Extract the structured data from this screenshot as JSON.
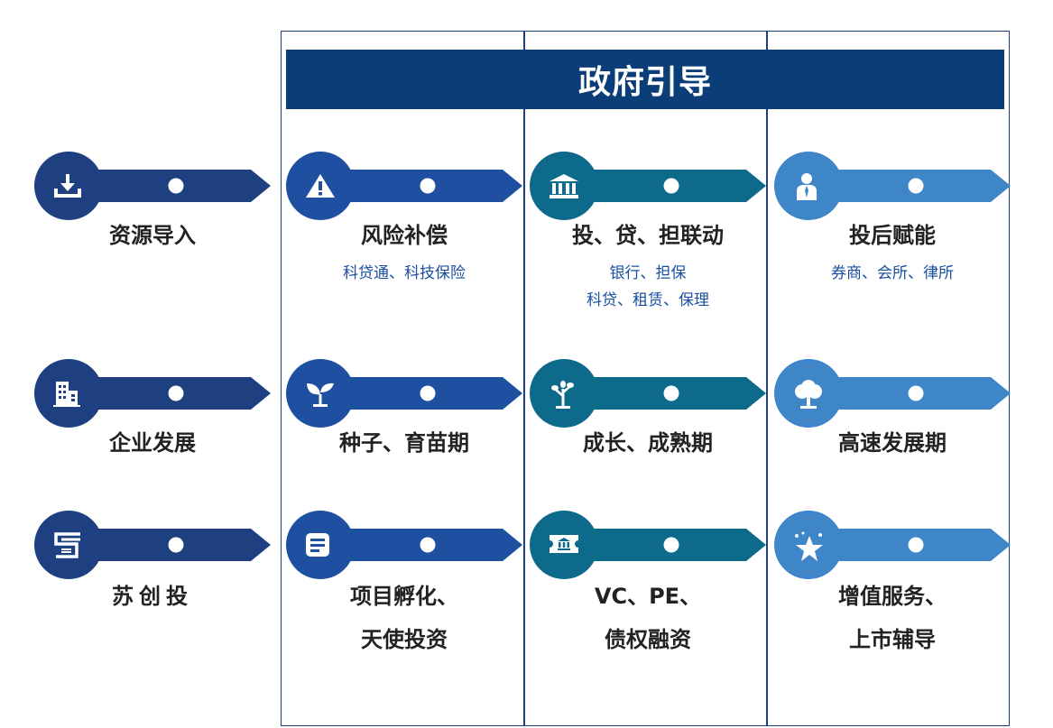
{
  "colors": {
    "col0": "#1e3f80",
    "col1": "#1f4fa0",
    "col2": "#0d6a8a",
    "col3": "#3e86c8",
    "banner": "#0b3d78",
    "sub_text": "#1a4fa0"
  },
  "banner": {
    "title": "政府引导"
  },
  "rows": [
    {
      "cells": [
        {
          "icon": "download-icon",
          "label": "资源导入"
        },
        {
          "icon": "warning-icon",
          "label": "风险补偿",
          "sub": [
            "科贷通、科技保险"
          ]
        },
        {
          "icon": "bank-icon",
          "label": "投、贷、担联动",
          "sub": [
            "银行、担保",
            "科贷、租赁、保理"
          ]
        },
        {
          "icon": "businessman-icon",
          "label": "投后赋能",
          "sub": [
            "券商、会所、律所"
          ]
        }
      ]
    },
    {
      "cells": [
        {
          "icon": "building-icon",
          "label": "企业发展"
        },
        {
          "icon": "sprout-icon",
          "label": "种子、育苗期"
        },
        {
          "icon": "sapling-icon",
          "label": "成长、成熟期"
        },
        {
          "icon": "tree-icon",
          "label": "高速发展期"
        }
      ]
    },
    {
      "cells": [
        {
          "icon": "suchuang-logo-icon",
          "label": "苏创投"
        },
        {
          "icon": "document-icon",
          "label": [
            "项目孵化、",
            "天使投资"
          ]
        },
        {
          "icon": "ticket-icon",
          "label": [
            "VC、PE、",
            "债权融资"
          ]
        },
        {
          "icon": "star-icon",
          "label": [
            "增值服务、",
            "上市辅导"
          ]
        }
      ]
    }
  ]
}
